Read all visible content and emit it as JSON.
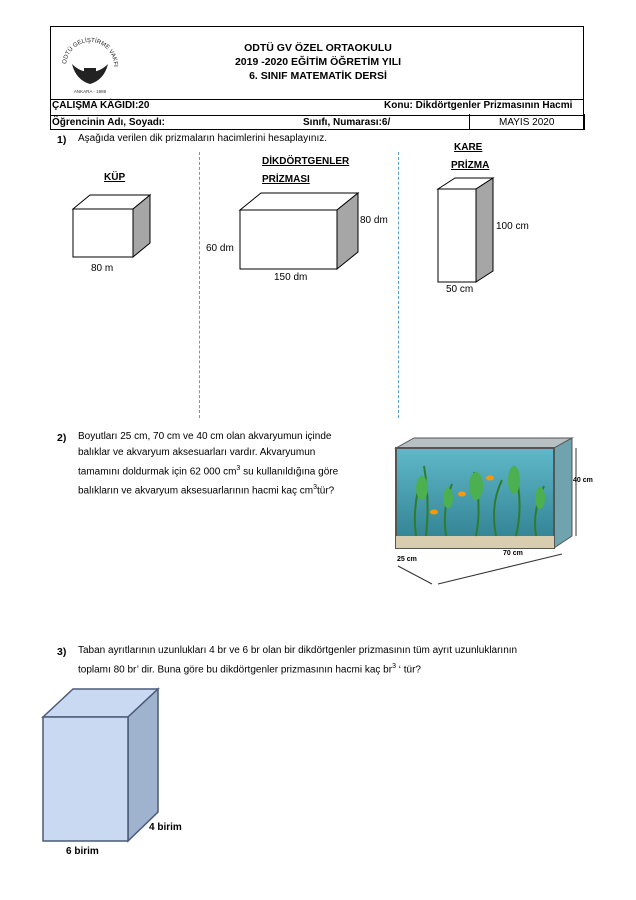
{
  "header": {
    "school": "ODTÜ GV ÖZEL ORTAOKULU",
    "year": "2019 -2020 EĞİTİM ÖĞRETİM YILI",
    "course": "6. SINIF MATEMATİK DERSİ",
    "logo_text": "ODTÜ GELİŞTİRME VAKFI OKULLARI",
    "logo_bottom": "ANKARA - 1989",
    "sheet": "ÇALIŞMA KÂĞIDI:20",
    "topic": "Konu: Dikdörtgenler Prizmasının Hacmi",
    "student": "Öğrencinin Adı, Soyadı:",
    "class_no": "Sınıfı, Numarası:6/",
    "date": "MAYIS 2020"
  },
  "q1": {
    "num": "1)",
    "text": "Aşağıda verilen dik prizmaların hacimlerini hesaplayınız.",
    "cube": {
      "title": "KÜP",
      "edge": "80 m"
    },
    "rect": {
      "title1": "DİKDÖRTGENLER",
      "title2": "PRİZMASI",
      "height": "60 dm",
      "depth": "80 dm",
      "width": "150 dm"
    },
    "square": {
      "title1": "KARE",
      "title2": "PRİZMA",
      "height": "100 cm",
      "base": "50 cm"
    }
  },
  "q2": {
    "num": "2)",
    "line1": "Boyutları 25 cm, 70 cm ve 40 cm olan akvaryumun içinde",
    "line2": "balıklar ve akvaryum aksesuarları vardır. Akvaryumun",
    "line3a": "tamamını doldurmak için 62 000 cm",
    "line3b": " su kullanıldığına göre",
    "line4a": "balıkların ve akvaryum aksesuarlarının hacmi kaç cm",
    "line4b": "tür?",
    "sup": "3",
    "dim_height": "40 cm",
    "dim_length": "70 cm",
    "dim_width": "25 cm"
  },
  "q3": {
    "num": "3)",
    "line1": "Taban ayrıtlarının uzunlukları 4 br  ve 6 br olan bir dikdörtgenler prizmasının tüm ayrıt uzunluklarının",
    "line2a": "toplamı 80 br’ dir. Buna göre bu dikdörtgenler prizmasının hacmi kaç br",
    "line2b": " ‘ tür?",
    "sup": "3",
    "depth_label": "4 birim",
    "width_label": "6 birim"
  },
  "colors": {
    "prism_front": "#c9d9f2",
    "prism_side": "#9fb3cf",
    "dash_line": "#5a9fd4",
    "gray_front": "#ffffff",
    "gray_side": "#a6a6a6"
  }
}
